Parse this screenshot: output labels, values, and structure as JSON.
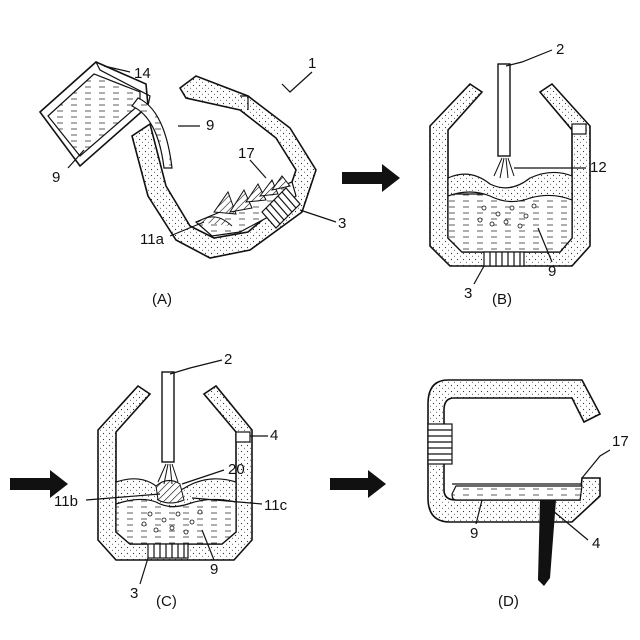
{
  "panels": {
    "A": {
      "caption": "(A)",
      "labels": {
        "furnace": "1",
        "ladle": "14",
        "hot_metal_ladle": "9",
        "hot_metal_stream": "9",
        "scrap": "17",
        "bottom_tuyere": "3",
        "slag": "11a"
      }
    },
    "B": {
      "caption": "(B)",
      "labels": {
        "lance": "2",
        "jet": "12",
        "bottom_tuyere": "3",
        "metal": "9"
      }
    },
    "C": {
      "caption": "(C)",
      "labels": {
        "lance": "2",
        "taphole": "4",
        "gas": "20",
        "slag_left": "11b",
        "slag_right": "11c",
        "bottom_tuyere": "3",
        "metal": "9"
      }
    },
    "D": {
      "caption": "(D)",
      "labels": {
        "scrap": "17",
        "metal": "9",
        "taphole": "4"
      }
    }
  }
}
